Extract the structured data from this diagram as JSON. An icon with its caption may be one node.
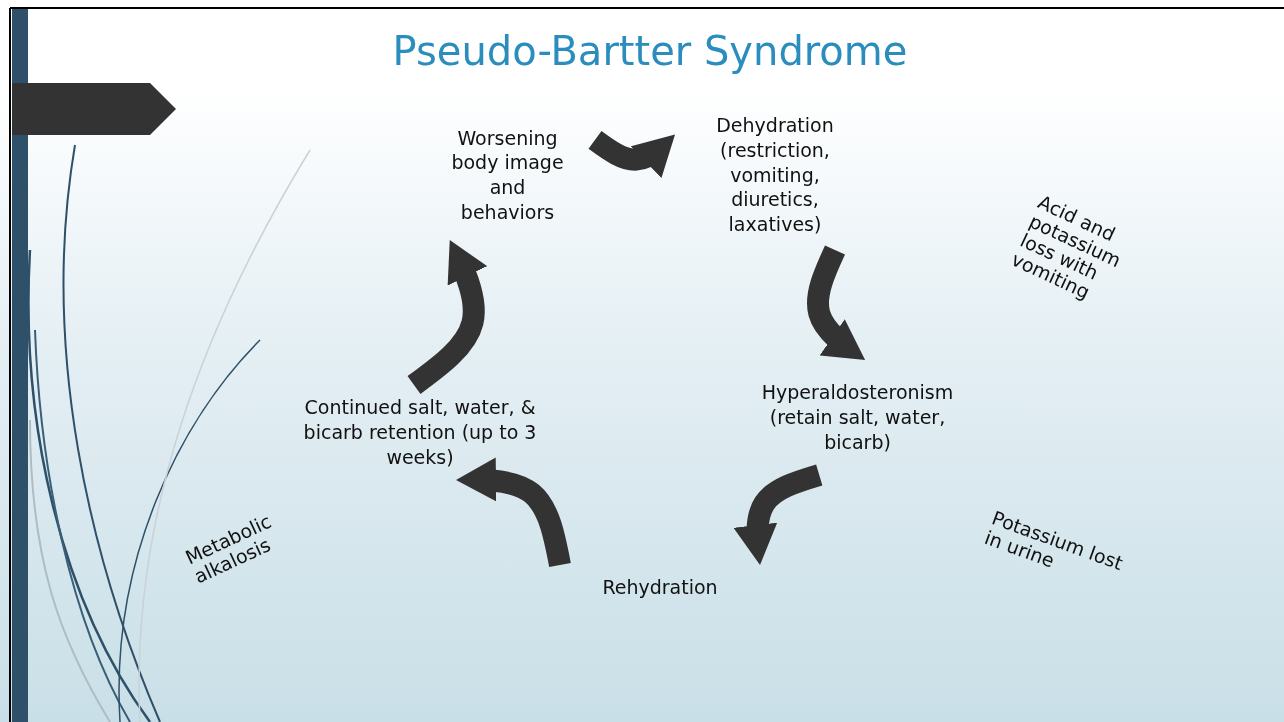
{
  "diagram": {
    "title": "Pseudo-Bartter Syndrome",
    "nodes": [
      {
        "text": [
          "Worsening body image and behaviors"
        ]
      },
      {
        "text": [
          "Dehydration (restriction, vomiting, diuretics, laxatives)"
        ]
      },
      {
        "text": [
          "Hyperaldosteronism (retain salt, water, bicarb)"
        ]
      },
      {
        "text": [
          "Rehydration"
        ]
      },
      {
        "text": [
          "Continued salt, water, & bicarb retention (up to 3 weeks)"
        ]
      }
    ],
    "edges": [
      {
        "from": 0,
        "to": 1,
        "arrow": "to"
      },
      {
        "from": 1,
        "to": 2,
        "arrow": "to"
      },
      {
        "from": 2,
        "to": 3,
        "arrow": "to"
      },
      {
        "from": 3,
        "to": 4,
        "arrow": "to"
      },
      {
        "from": 4,
        "to": 0,
        "arrow": "to"
      }
    ],
    "labels": [
      "Acid and potassium loss with vomiting",
      "Metabolic alkalosis",
      "Potassium lost in urine"
    ]
  }
}
